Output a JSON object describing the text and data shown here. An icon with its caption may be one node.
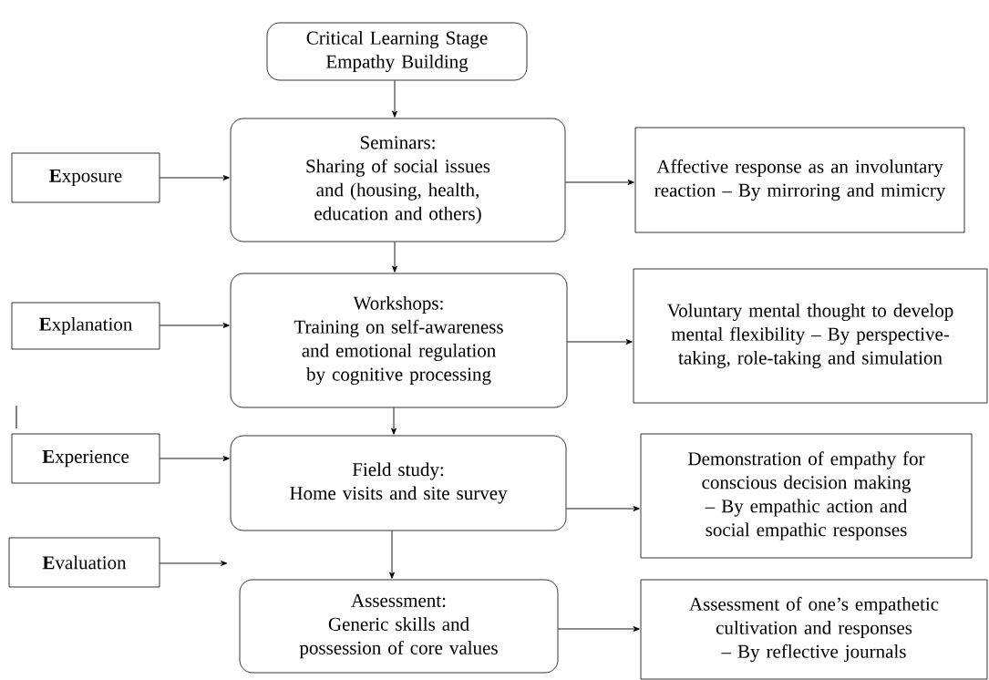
{
  "diagram": {
    "nodes": [
      {
        "text": [
          "Critical Learning Stage Empathy Building"
        ]
      },
      {
        "text": [
          "**E**xposure"
        ]
      },
      {
        "text": [
          "Seminars:",
          "Sharing of social issues and (housing, health, education and others)"
        ]
      },
      {
        "text": [
          "Affective response as an involuntary reaction – By mirroring and mimicry"
        ]
      },
      {
        "text": [
          "**E**xplanation"
        ]
      },
      {
        "text": [
          "Workshops:",
          "Training on self-awareness and emotional regulation by cognitive processing"
        ]
      },
      {
        "text": [
          "Voluntary mental thought to develop mental flexibility – By perspective-taking, role-taking and simulation"
        ]
      },
      {
        "text": [
          "**E**xperience"
        ]
      },
      {
        "text": [
          "Field study:",
          "Home visits and site survey"
        ]
      },
      {
        "text": [
          "Demonstration of empathy for conscious decision making – By empathic action and social empathic responses"
        ]
      },
      {
        "text": [
          "**E**valuation"
        ]
      },
      {
        "text": [
          "Assessment:",
          "Generic skills and possession of core values"
        ]
      },
      {
        "text": [
          "Assessment of one’s empathetic cultivation and responses – By reflective journals"
        ]
      }
    ],
    "edges": [
      {
        "from": 0,
        "to": 2,
        "arrow": "to"
      },
      {
        "from": 2,
        "to": 5,
        "arrow": "to"
      },
      {
        "from": 5,
        "to": 8,
        "arrow": "to"
      },
      {
        "from": 8,
        "to": 11,
        "arrow": "to"
      },
      {
        "from": 1,
        "to": 2,
        "arrow": "to"
      },
      {
        "from": 4,
        "to": 5,
        "arrow": "to"
      },
      {
        "from": 7,
        "to": 8,
        "arrow": "to"
      },
      {
        "from": 10,
        "to": null,
        "arrow": "to"
      },
      {
        "from": 2,
        "to": 3,
        "arrow": "to"
      },
      {
        "from": 5,
        "to": 6,
        "arrow": "to"
      },
      {
        "from": 8,
        "to": 9,
        "arrow": "to"
      },
      {
        "from": 11,
        "to": 12,
        "arrow": "to"
      }
    ]
  }
}
